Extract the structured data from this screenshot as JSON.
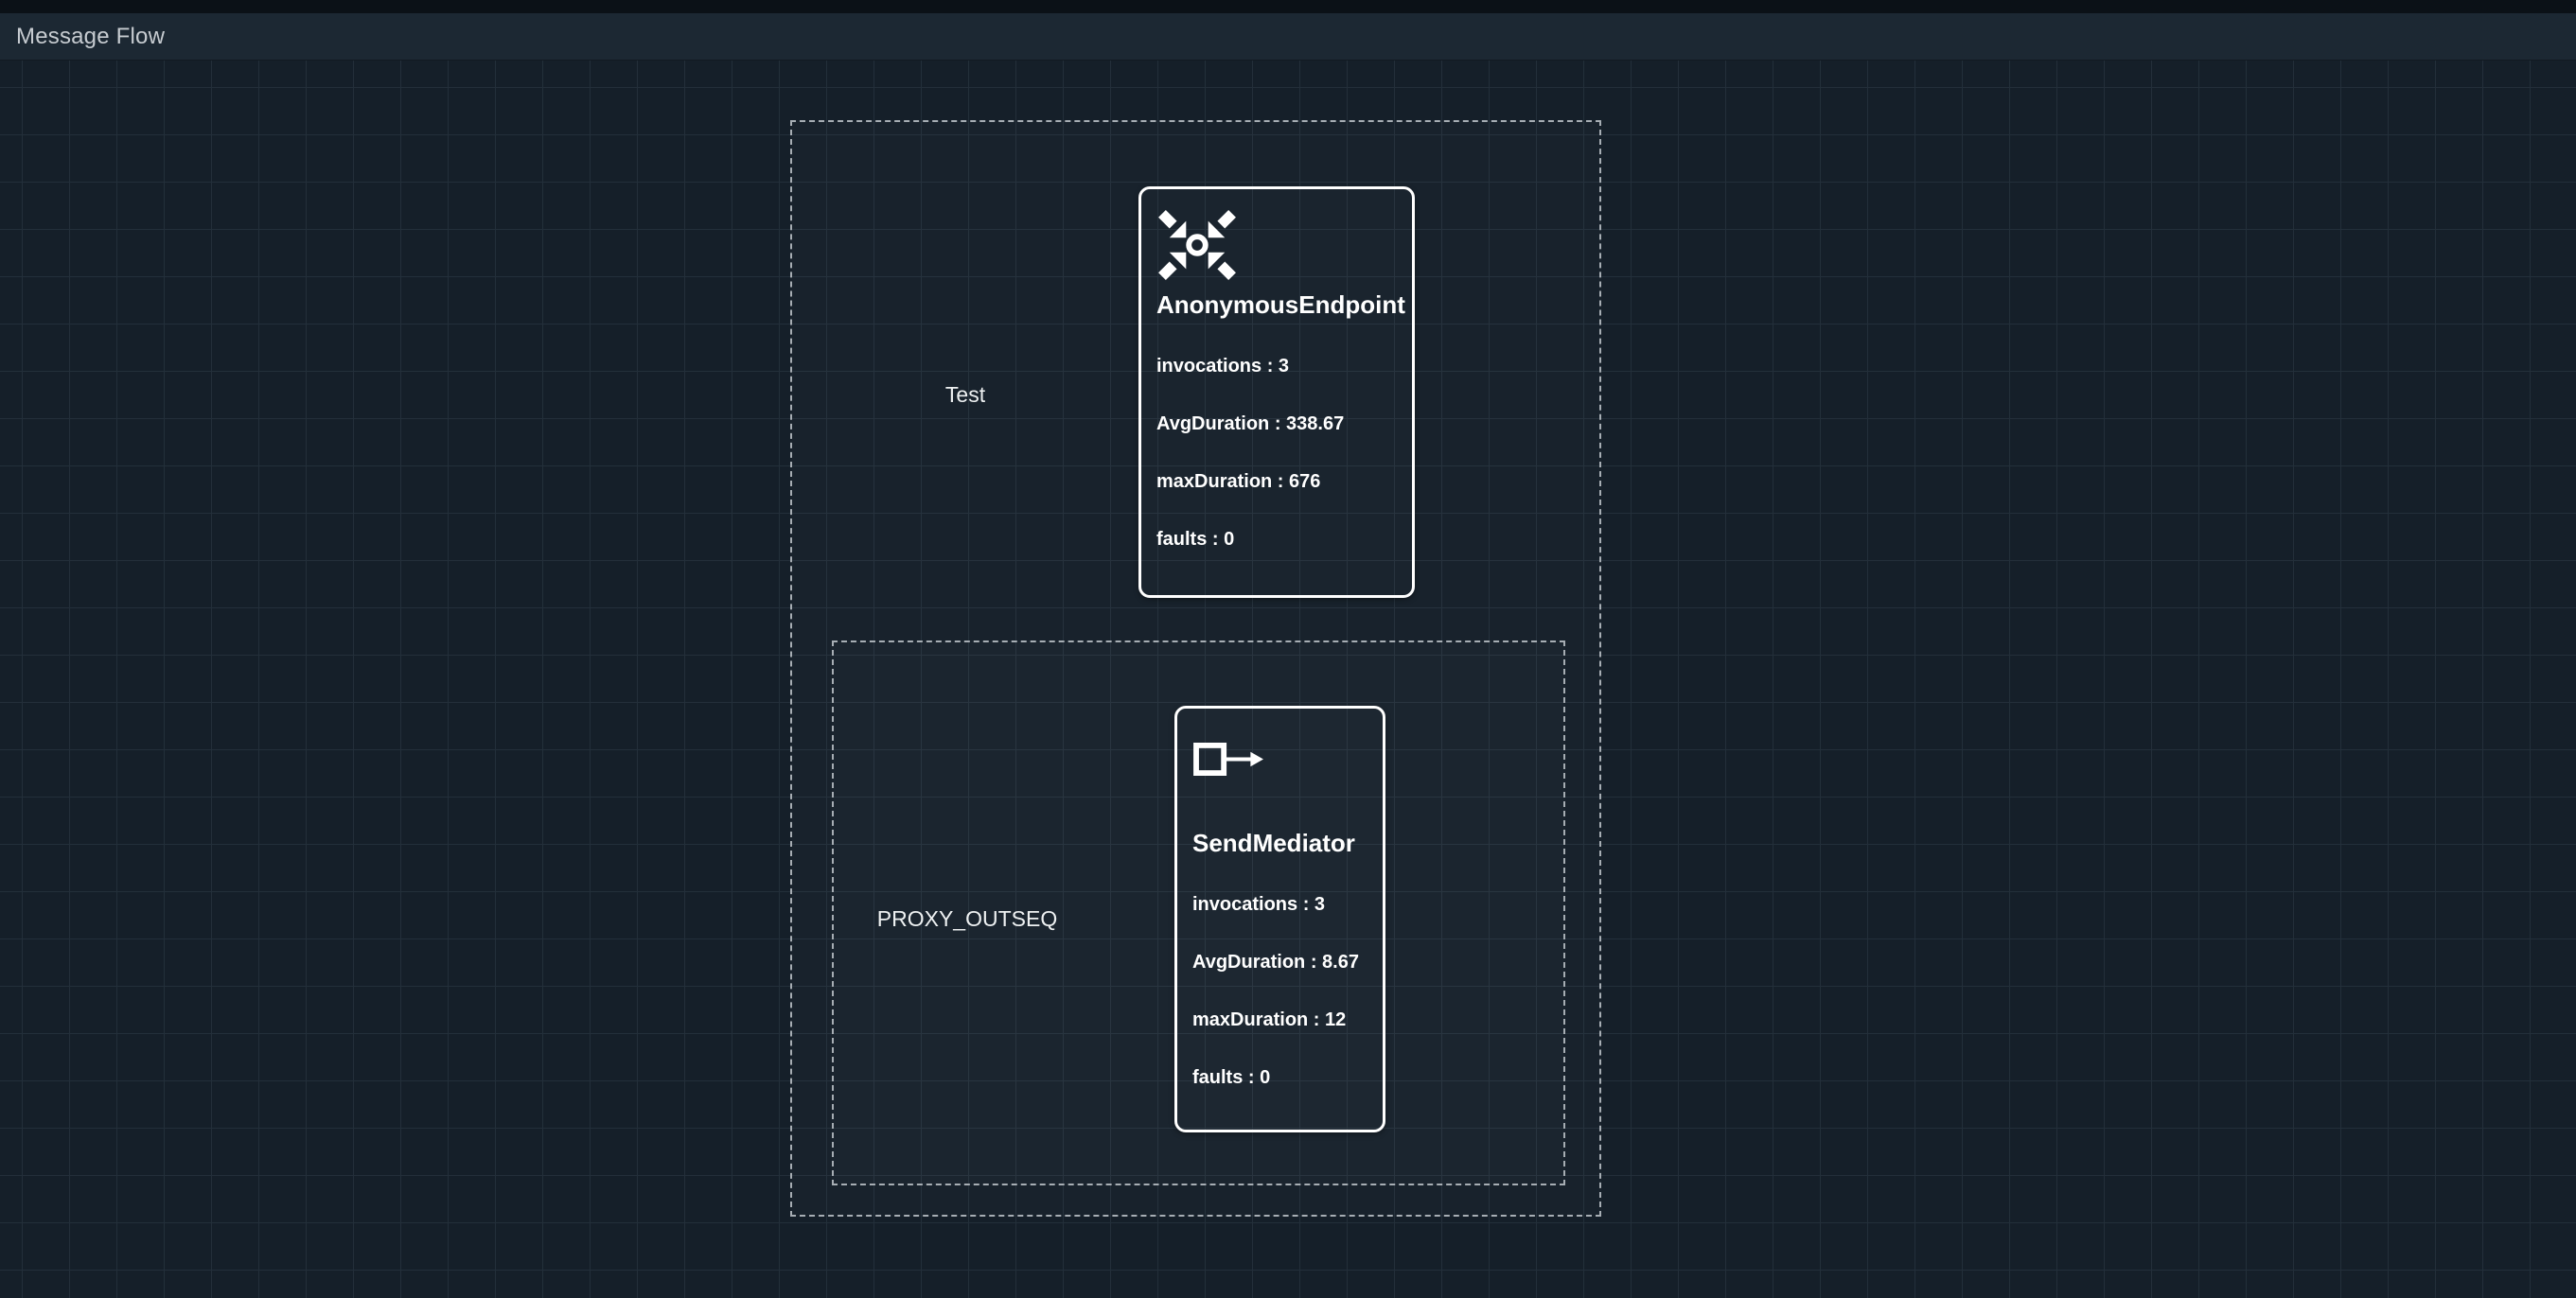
{
  "header": {
    "title": "Message Flow"
  },
  "colors": {
    "background": "#151f29",
    "grid_line": "#232f3a",
    "header_bg": "#1c2833",
    "top_strip": "#0b1117",
    "header_text": "#c7ccd1",
    "card_border": "#ffffff",
    "group_border": "#a7aeb4",
    "node_text": "#ffffff",
    "label_text": "#eef1f2"
  },
  "flow": {
    "outer": {
      "label": "Test",
      "node": {
        "title": "AnonymousEndpoint",
        "icon": "converge-arrows-icon",
        "stats": [
          "invocations : 3",
          "AvgDuration : 338.67",
          "maxDuration : 676",
          "faults : 0"
        ]
      }
    },
    "inner": {
      "label": "PROXY_OUTSEQ",
      "node": {
        "title": "SendMediator",
        "icon": "send-arrow-icon",
        "stats": [
          "invocations : 3",
          "AvgDuration : 8.67",
          "maxDuration : 12",
          "faults : 0"
        ]
      }
    }
  }
}
